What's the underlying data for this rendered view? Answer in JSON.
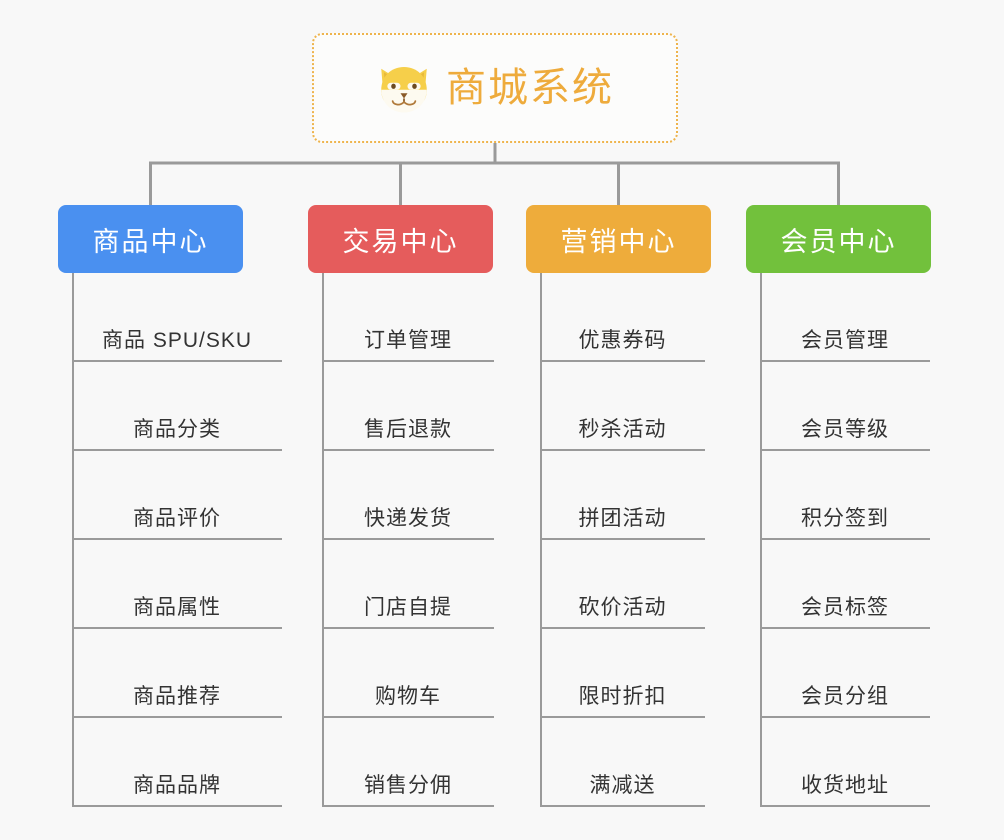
{
  "diagram": {
    "type": "mind-map",
    "background_color": "#f8f8f8",
    "root": {
      "title": "商城系统",
      "icon": "shiba-dog-icon",
      "border_color": "#eeb44d",
      "text_color": "#eeab3c",
      "background_color": "#fcfcfb"
    },
    "connector_color": "#9a9a9a",
    "leaf_text_color": "#333333",
    "branches": [
      {
        "title": "商品中心",
        "color": "#4a90f0",
        "items": [
          "商品 SPU/SKU",
          "商品分类",
          "商品评价",
          "商品属性",
          "商品推荐",
          "商品品牌"
        ]
      },
      {
        "title": "交易中心",
        "color": "#e55c5c",
        "items": [
          "订单管理",
          "售后退款",
          "快递发货",
          "门店自提",
          "购物车",
          "销售分佣"
        ]
      },
      {
        "title": "营销中心",
        "color": "#eeac3b",
        "items": [
          "优惠券码",
          "秒杀活动",
          "拼团活动",
          "砍价活动",
          "限时折扣",
          "满减送"
        ]
      },
      {
        "title": "会员中心",
        "color": "#72c13c",
        "items": [
          "会员管理",
          "会员等级",
          "积分签到",
          "会员标签",
          "会员分组",
          "收货地址"
        ]
      }
    ]
  }
}
